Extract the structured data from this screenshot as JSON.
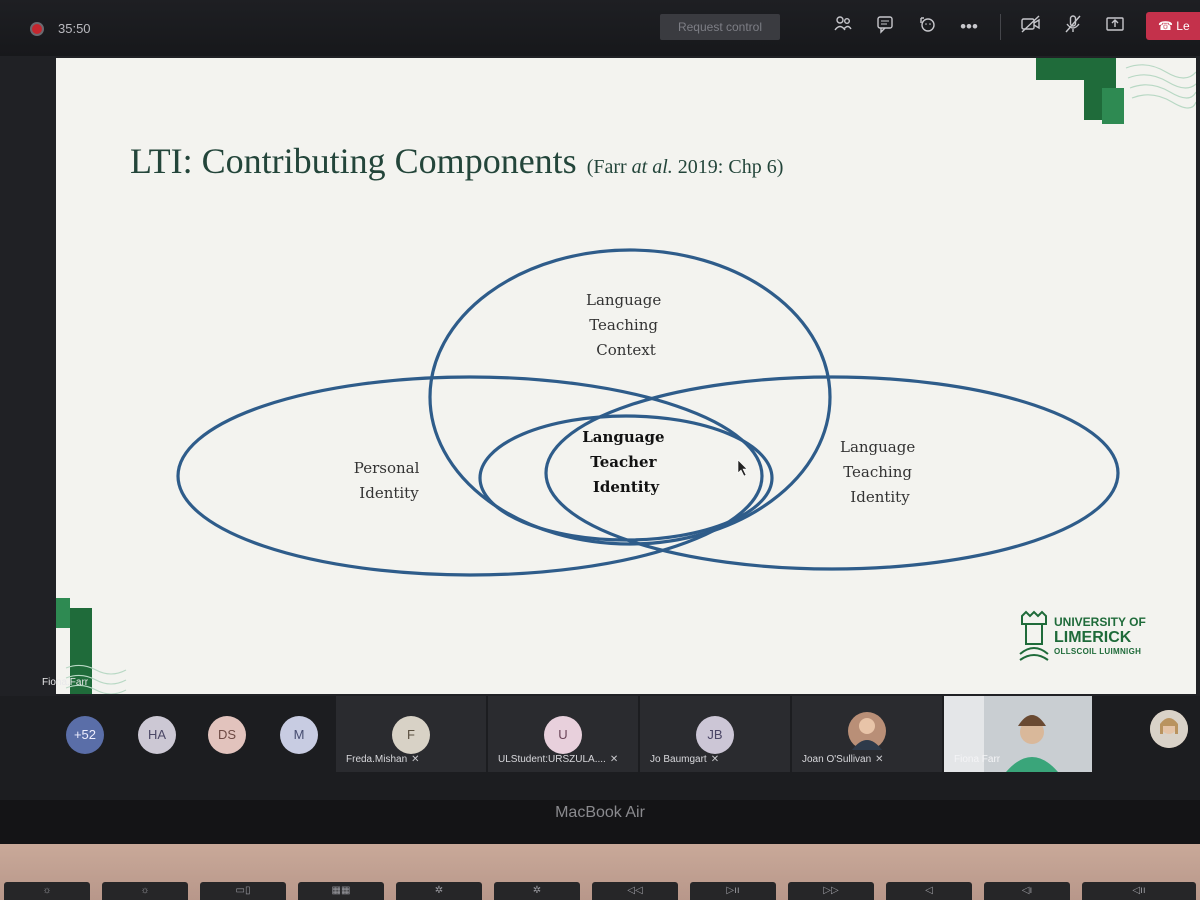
{
  "meeting": {
    "timer": "35:50",
    "request_control_label": "Request control",
    "leave_label": "Le",
    "toolbar_icons": [
      "participants-icon",
      "chat-icon",
      "reactions-icon",
      "more-actions-icon",
      "camera-off-icon",
      "mic-off-icon",
      "share-screen-icon",
      "leave-phone-icon"
    ]
  },
  "slide": {
    "title": "LTI: Contributing Components",
    "citation_prefix": "(Farr ",
    "citation_italic": "at al.",
    "citation_suffix": " 2019: Chp 6)",
    "venn": {
      "top_label": [
        "Language",
        "Teaching",
        "Context"
      ],
      "left_label": [
        "Personal",
        "Identity"
      ],
      "right_label": [
        "Language",
        "Teaching",
        "Identity"
      ],
      "center_label": [
        "Language",
        "Teacher",
        "Identity"
      ]
    },
    "logo": {
      "line1": "UNIVERSITY OF",
      "line2": "LIMERICK",
      "line3": "OLLSCOIL LUIMNIGH"
    },
    "colors": {
      "ellipse_stroke": "#2e5c8a",
      "title": "#23453a",
      "brand_green": "#1f6b3a"
    }
  },
  "presenter_name": "Fiona.Farr",
  "participants": {
    "overflow_count": "+52",
    "avatars": [
      "HA",
      "DS",
      "M"
    ],
    "tiles": [
      {
        "initial": "F",
        "name": "Freda.Mishan"
      },
      {
        "initial": "U",
        "name": "ULStudent:URSZULA...."
      },
      {
        "initial": "JB",
        "name": "Jo Baumgart"
      },
      {
        "initial": "",
        "name": "Joan O'Sullivan"
      },
      {
        "initial": "",
        "name": "Fiona Farr"
      }
    ]
  },
  "laptop": {
    "brand": "MacBook Air",
    "keys": [
      "☼",
      "☼",
      "▭▯",
      "▦▦",
      "✲",
      "✲",
      "◁◁",
      "▷ıı",
      "▷▷",
      "◁",
      "◁ı",
      "◁ıı"
    ]
  }
}
